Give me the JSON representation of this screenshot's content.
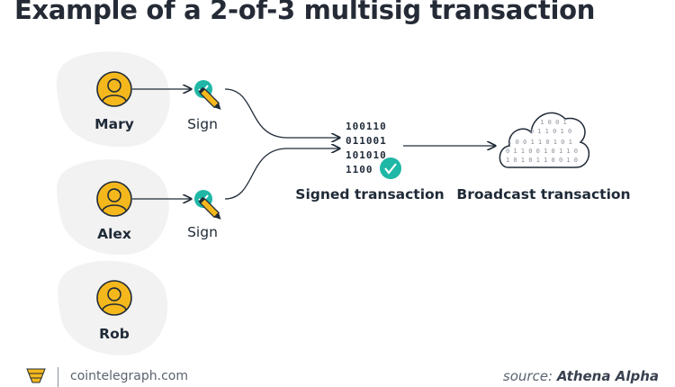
{
  "title": "Example of a 2-of-3 multisig transaction",
  "signers": [
    {
      "name": "Mary",
      "action": "Sign"
    },
    {
      "name": "Alex",
      "action": "Sign"
    },
    {
      "name": "Rob"
    }
  ],
  "signed_transaction": {
    "label": "Signed transaction",
    "bits": [
      "100110",
      "011001",
      "101010",
      "1100"
    ]
  },
  "broadcast": {
    "label": "Broadcast transaction"
  },
  "footer": {
    "site": "cointelegraph.com",
    "source_prefix": "source:",
    "source_name": "Athena Alpha"
  },
  "colors": {
    "avatar_fill": "#f5b81c",
    "blob": "#f2f2f2",
    "check": "#1fb7a6",
    "pencil": "#f5b81c",
    "ink": "#1f2a37"
  },
  "icons": [
    "user-icon",
    "check-icon",
    "pencil-icon",
    "cloud-icon",
    "cointelegraph-logo-icon"
  ]
}
